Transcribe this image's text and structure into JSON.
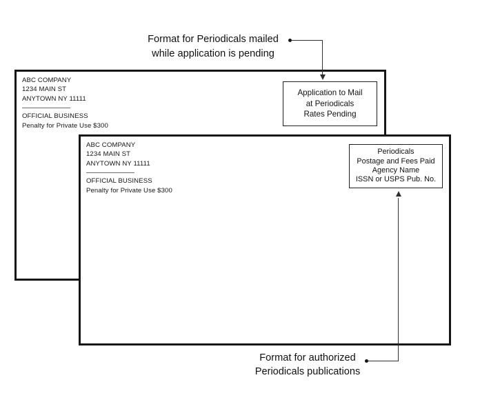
{
  "colors": {
    "ink": "#111111",
    "envelope_border": "#161616",
    "connector_line": "#2e2e2e",
    "address_separator": "#6b6b6b",
    "paper": "#ffffff"
  },
  "caption_top": {
    "line1": "Format for Periodicals mailed",
    "line2": "while application is pending"
  },
  "caption_bottom": {
    "line1": "Format for authorized",
    "line2": "Periodicals publications"
  },
  "envelope_pending": {
    "return_address": {
      "company": "ABC COMPANY",
      "street": "1234 MAIN ST",
      "city": "ANYTOWN NY 11111",
      "official": "OFFICIAL BUSINESS",
      "penalty": "Penalty for Private Use $300"
    },
    "imprint": {
      "line1": "Application to Mail",
      "line2": "at Periodicals",
      "line3": "Rates Pending"
    }
  },
  "envelope_authorized": {
    "return_address": {
      "company": "ABC COMPANY",
      "street": "1234 MAIN ST",
      "city": "ANYTOWN NY 11111",
      "official": "OFFICIAL BUSINESS",
      "penalty": "Penalty for Private Use $300"
    },
    "imprint": {
      "line1": "Periodicals",
      "line2": "Postage and Fees Paid",
      "line3": "Agency Name",
      "line4": "ISSN or USPS Pub. No."
    }
  }
}
